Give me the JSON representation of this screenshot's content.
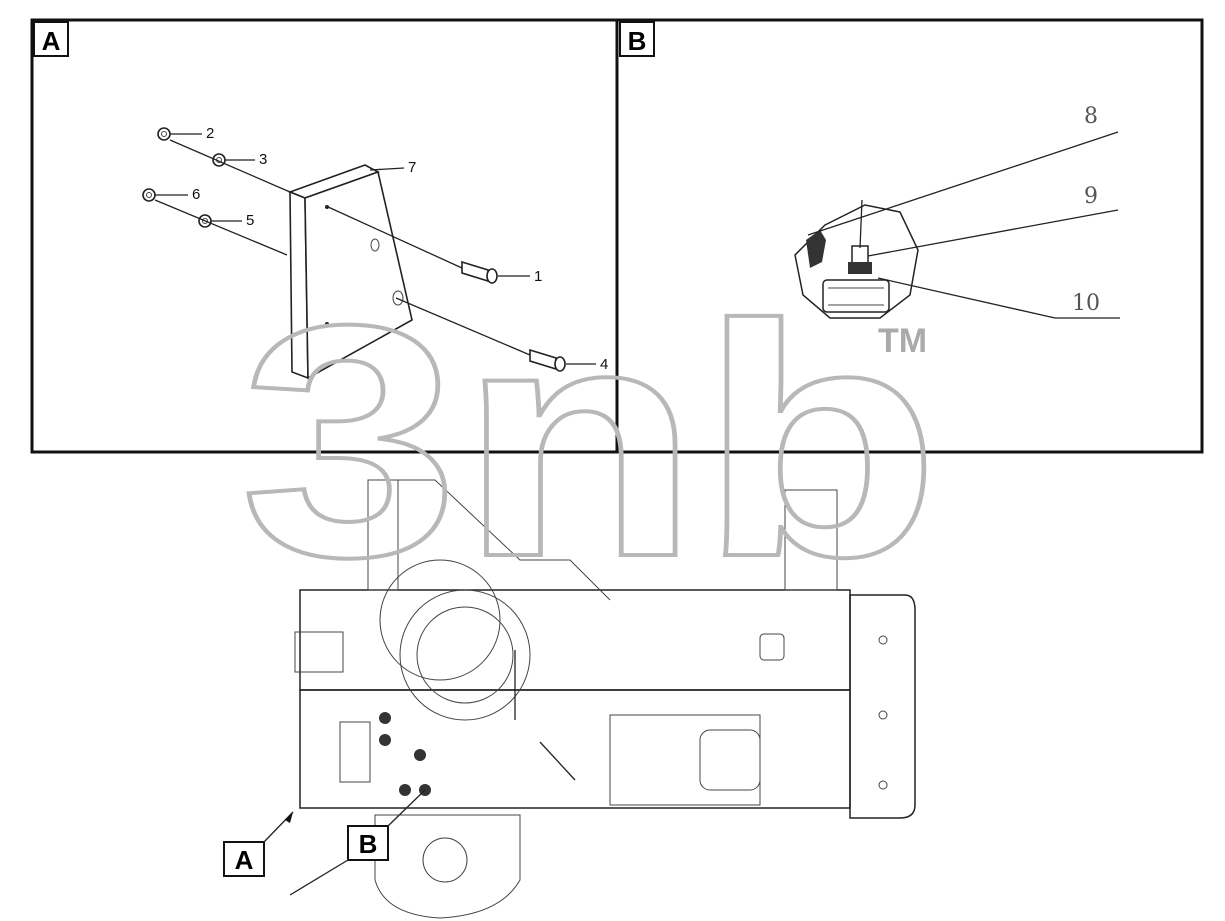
{
  "panels": [
    {
      "id": "A",
      "label": "A"
    },
    {
      "id": "B",
      "label": "B"
    }
  ],
  "panel_a_callouts": [
    "1",
    "2",
    "3",
    "4",
    "5",
    "6",
    "7"
  ],
  "panel_b_callouts": [
    "8",
    "9",
    "10"
  ],
  "overview_tags": {
    "a": "A",
    "b": "B"
  },
  "watermark": {
    "text": "3nb",
    "trademark": "TM"
  }
}
